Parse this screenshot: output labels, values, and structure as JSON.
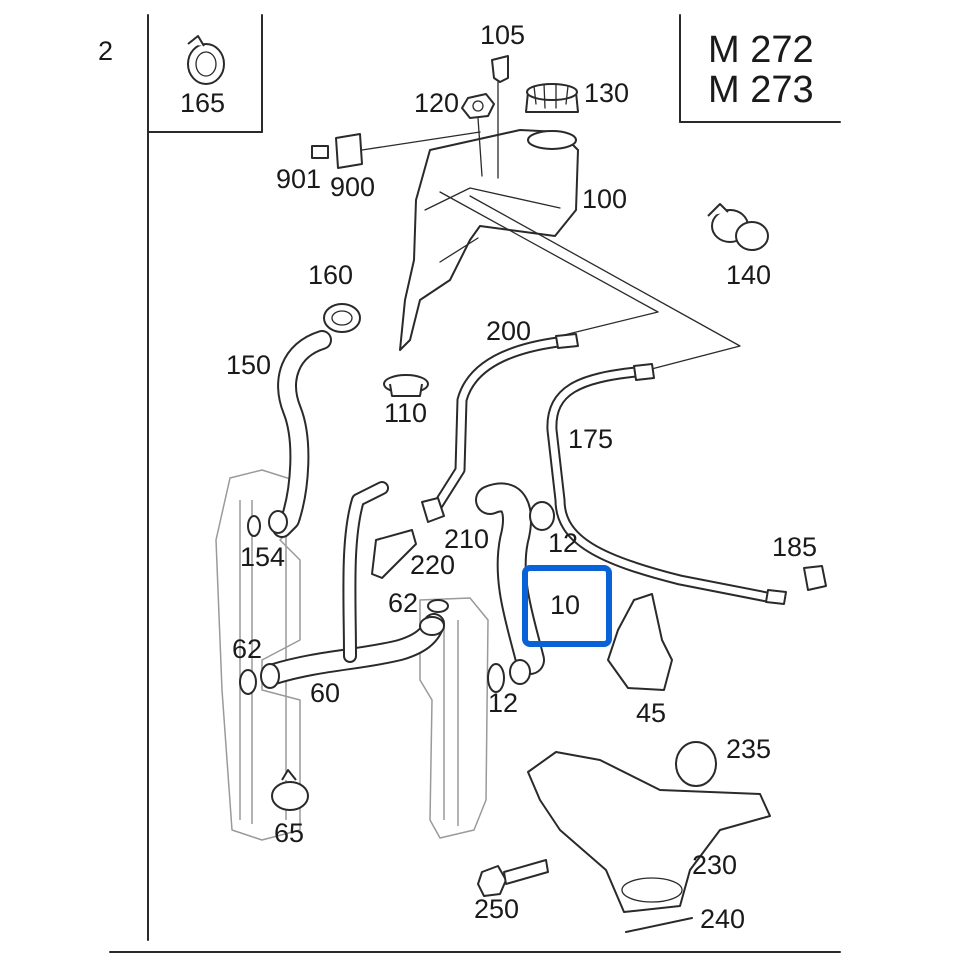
{
  "engine": {
    "line1": "M 272",
    "line2": "M 273"
  },
  "page_marker": "2",
  "highlight": {
    "label": "10",
    "color": "#0a63d6"
  },
  "labels": {
    "p105": "105",
    "p120": "120",
    "p130": "130",
    "p165": "165",
    "p901": "901",
    "p900": "900",
    "p100": "100",
    "p140": "140",
    "p160": "160",
    "p200": "200",
    "p150": "150",
    "p110": "110",
    "p175": "175",
    "p154": "154",
    "p210": "210",
    "p12a": "12",
    "p185": "185",
    "p220": "220",
    "p62a": "62",
    "p62b": "62",
    "p45": "45",
    "p60": "60",
    "p12b": "12",
    "p235": "235",
    "p65": "65",
    "p230": "230",
    "p250": "250",
    "p240": "240"
  }
}
